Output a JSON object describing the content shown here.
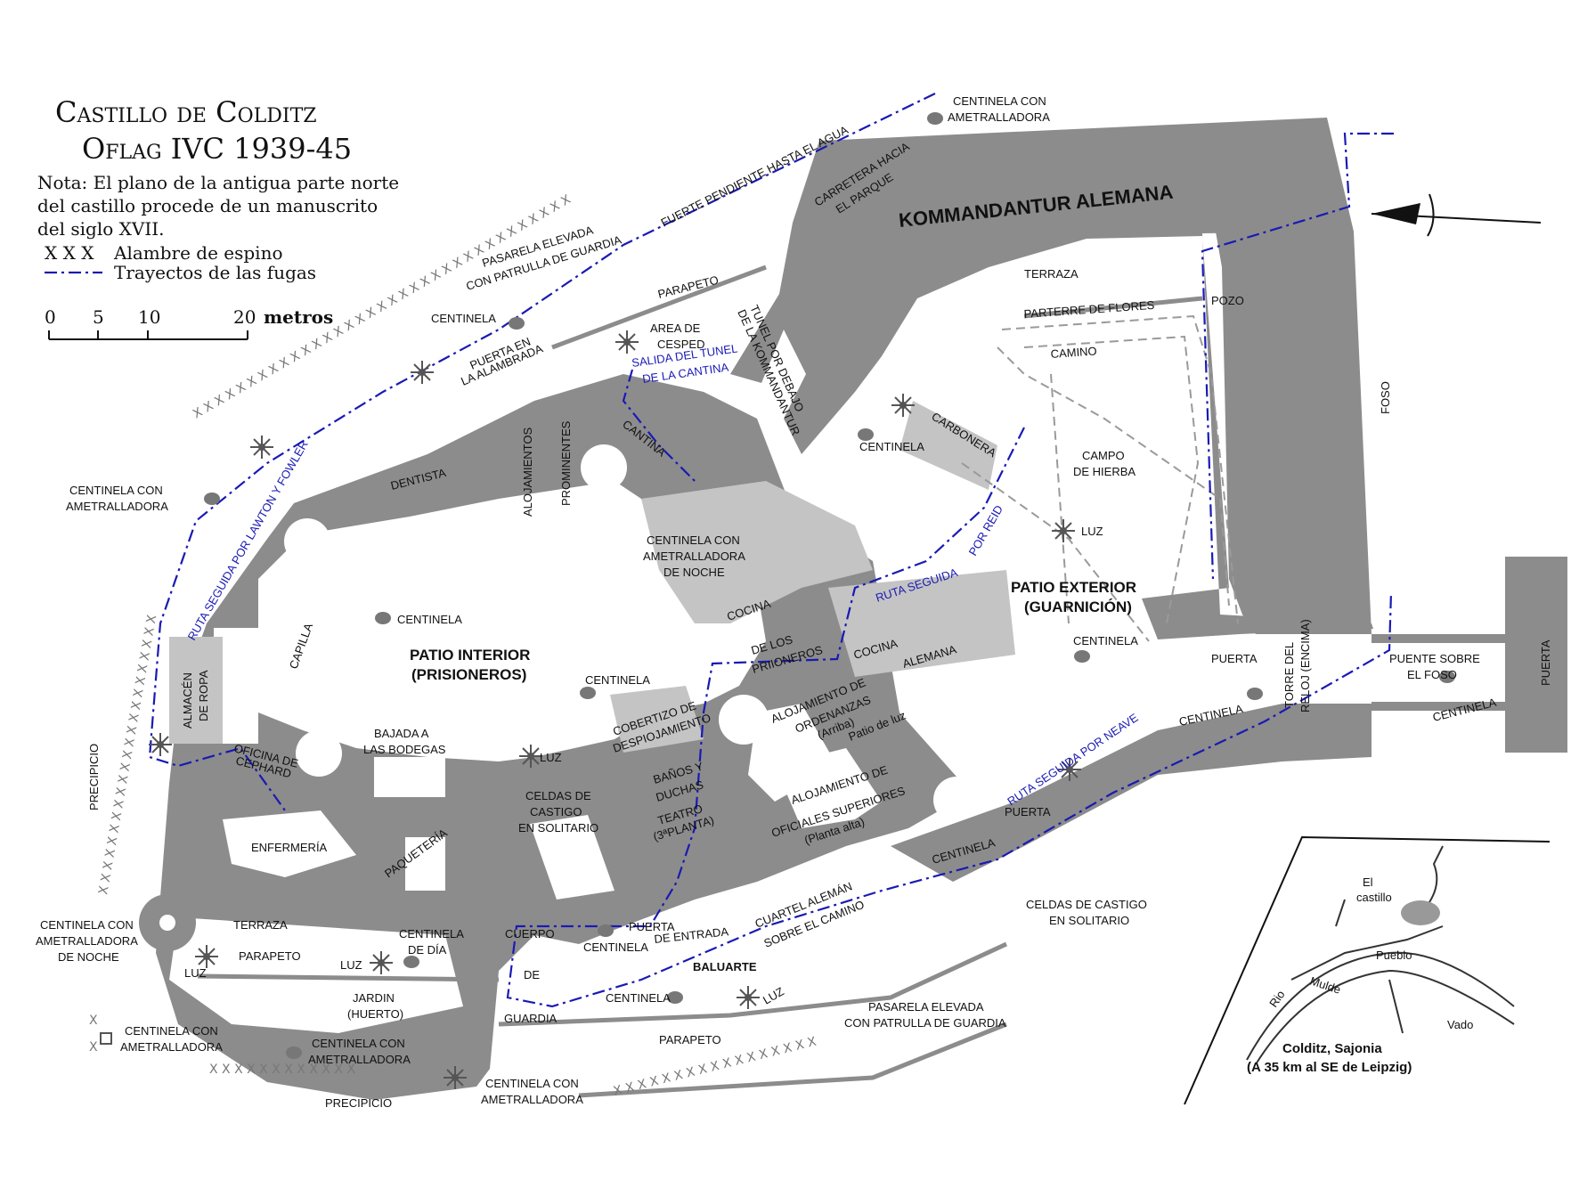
{
  "legend": {
    "title_1": "Castillo de Colditz",
    "title_2": "Oflag IVC 1939-45",
    "note_1": "Nota: El plano de la antigua parte norte",
    "note_2": "del castillo procede de un manuscrito",
    "note_3": "del siglo XVII.",
    "wire_symbol": "X X X",
    "wire_label": "Alambre de espino",
    "route_label": "Trayectos de las fugas",
    "scale_ticks": [
      "0",
      "5",
      "10",
      "20"
    ],
    "scale_unit": "metros"
  },
  "labels": {
    "kommandantur": "KOMMANDANTUR   ALEMANA",
    "terraza_n": "TERRAZA",
    "parterre": "PARTERRE DE FLORES",
    "pozo": "POZO",
    "camino": "CAMINO",
    "foso": "FOSO",
    "campo_1": "CAMPO",
    "campo_2": "DE HIERBA",
    "luz_campo": "LUZ",
    "carbonera": "CARBONERA",
    "centinela_carbonera": "CENTINELA",
    "patio_ext_1": "PATIO EXTERIOR",
    "patio_ext_2": "(GUARNICIÓN)",
    "centinela_patio_ext": "CENTINELA",
    "puerta_e": "PUERTA",
    "torre_1": "TORRE DEL",
    "torre_2": "RELOJ (ENCIMA)",
    "puente_1": "PUENTE SOBRE",
    "puente_2": "EL FOSO",
    "puerta_far": "PUERTA",
    "centinela_puente": "CENTINELA",
    "centinela_neave": "CENTINELA",
    "centinela_ametr_ne_1": "CENTINELA CON",
    "centinela_ametr_ne_2": "AMETRALLADORA",
    "carretera_1": "CARRETERA HACIA",
    "carretera_2": "EL PARQUE",
    "fuerte_pendiente": "FUERTE PENDIENTE HASTA EL AGUA",
    "pasarela_n_1": "PASARELA ELEVADA",
    "pasarela_n_2": "CON PATRULLA DE GUARDIA",
    "parapeto_n": "PARAPETO",
    "centinela_n": "CENTINELA",
    "puerta_alambrada_1": "PUERTA EN",
    "puerta_alambrada_2": "LA ALAMBRADA",
    "area_cesped_1": "AREA DE",
    "area_cesped_2": "CESPED",
    "tunel_kommandantur_1": "TUNEL POR DEBAJO",
    "tunel_kommandantur_2": "DE LA KOMMANDANTUR",
    "salida_tunel_1": "SALIDA DEL TUNEL",
    "salida_tunel_2": "DE LA CANTINA",
    "cantina": "CANTINA",
    "dentista": "DENTISTA",
    "alojamientos": "ALOJAMIENTOS",
    "prominentes": "PROMINENTES",
    "centinela_ametr_w_1": "CENTINELA CON",
    "centinela_ametr_w_2": "AMETRALLADORA",
    "ruta_lawton": "RUTA SEGUIDA   POR LAWTON Y FOWLER",
    "capilla": "CAPILLA",
    "almacen_1": "ALMACÉN",
    "almacen_2": "DE ROPA",
    "centinela_patio": "CENTINELA",
    "patio_int_1": "PATIO INTERIOR",
    "patio_int_2": "(PRISIONEROS)",
    "centinela_noche_1": "CENTINELA CON",
    "centinela_noche_2": "AMETRALLADORA",
    "centinela_noche_3": "DE NOCHE",
    "cocina": "COCINA",
    "cocina_prisioneros_1": "DE LOS",
    "cocina_prisioneros_2": "PRIIONEROS",
    "cocina_alemana_1": "COCINA",
    "cocina_alemana_2": "ALEMANA",
    "ruta_reid_1": "RUTA SEGUIDA",
    "ruta_reid_2": "POR REID",
    "centinela_cobertizo": "CENTINELA",
    "cobertizo_1": "COBERTIZO DE",
    "cobertizo_2": "DESPIOJAMIENTO",
    "aloj_ordenanzas_1": "ALOJAMIENTO DE",
    "aloj_ordenanzas_2": "ORDENANZAS",
    "aloj_ordenanzas_3": "(Arriba)",
    "patio_luz": "Patio de luz",
    "aloj_oficiales_1": "ALOJAMIENTO DE",
    "aloj_oficiales_2": "OFICIALES SUPERIORES",
    "aloj_oficiales_3": "(Planta alta)",
    "banos_1": "BAÑOS Y",
    "banos_2": "DUCHAS",
    "teatro_1": "TEATRO",
    "teatro_2": "(3ªPLANTA)",
    "oficina_1": "OFICINA DE",
    "oficina_2": "CEPHARD",
    "bajada_1": "BAJADA A",
    "bajada_2": "LAS BODEGAS",
    "luz_bodegas": "LUZ",
    "celdas_1": "CELDAS DE",
    "celdas_2": "CASTIGO",
    "celdas_3": "EN SOLITARIO",
    "enfermeria": "ENFERMERÍA",
    "paqueteria": "PAQUETERÍA",
    "precipicio_w": "PRECIPICIO",
    "centinela_noche_sw_1": "CENTINELA CON",
    "centinela_noche_sw_2": "AMETRALLADORA",
    "centinela_noche_sw_3": "DE NOCHE",
    "terraza_s": "TERRAZA",
    "parapeto_sw": "PARAPETO",
    "luz_sw": "LUZ",
    "luz_jardin": "LUZ",
    "centinela_dia_1": "CENTINELA",
    "centinela_dia_2": "DE DÍA",
    "jardin_1": "JARDIN",
    "jardin_2": "(HUERTO)",
    "centinela_ametr_sw_1": "CENTINELA CON",
    "centinela_ametr_sw_2": "AMETRALLADORA",
    "centinela_ametr_s_1": "CENTINELA CON",
    "centinela_ametr_s_2": "AMETRALLADORA",
    "precipicio_s": "PRECIPICIO",
    "centinela_ametr_sc_1": "CENTINELA CON",
    "centinela_ametr_sc_2": "AMETRALLADORA",
    "cuerpo_1": "CUERPO",
    "cuerpo_2": "DE",
    "cuerpo_3": "GUARDIA",
    "centinela_cuerpo": "CENTINELA",
    "puerta_entrada_1": "PUERTA",
    "puerta_entrada_2": "DE ENTRADA",
    "baluarte": "BALUARTE",
    "centinela_baluarte": "CENTINELA",
    "luz_baluarte": "LUZ",
    "parapeto_s": "PARAPETO",
    "pasarela_s_1": "PASARELA ELEVADA",
    "pasarela_s_2": "CON PATRULLA DE GUARDIA",
    "cuartel_1": "CUARTEL ALEMÁN",
    "cuartel_2": "SOBRE EL CAMINO",
    "centinela_cuartel": "CENTINELA",
    "puerta_cuartel": "PUERTA",
    "celdas_e_1": "CELDAS DE CASTIGO",
    "celdas_e_2": "EN SOLITARIO",
    "ruta_neave": "RUTA SEGUIDA   POR NEAVE"
  },
  "inset": {
    "castillo_1": "El",
    "castillo_2": "castillo",
    "pueblo": "Pueblo",
    "rio": "Rio",
    "mulde": "Mulde",
    "vado": "Vado",
    "caption_1": "Colditz, Sajonia",
    "caption_2": "(A 35 km al SE de Leipzig)"
  },
  "colors": {
    "building": "#8c8c8c",
    "building_light": "#c4c4c4",
    "escape_route": "#1a1ab4"
  }
}
